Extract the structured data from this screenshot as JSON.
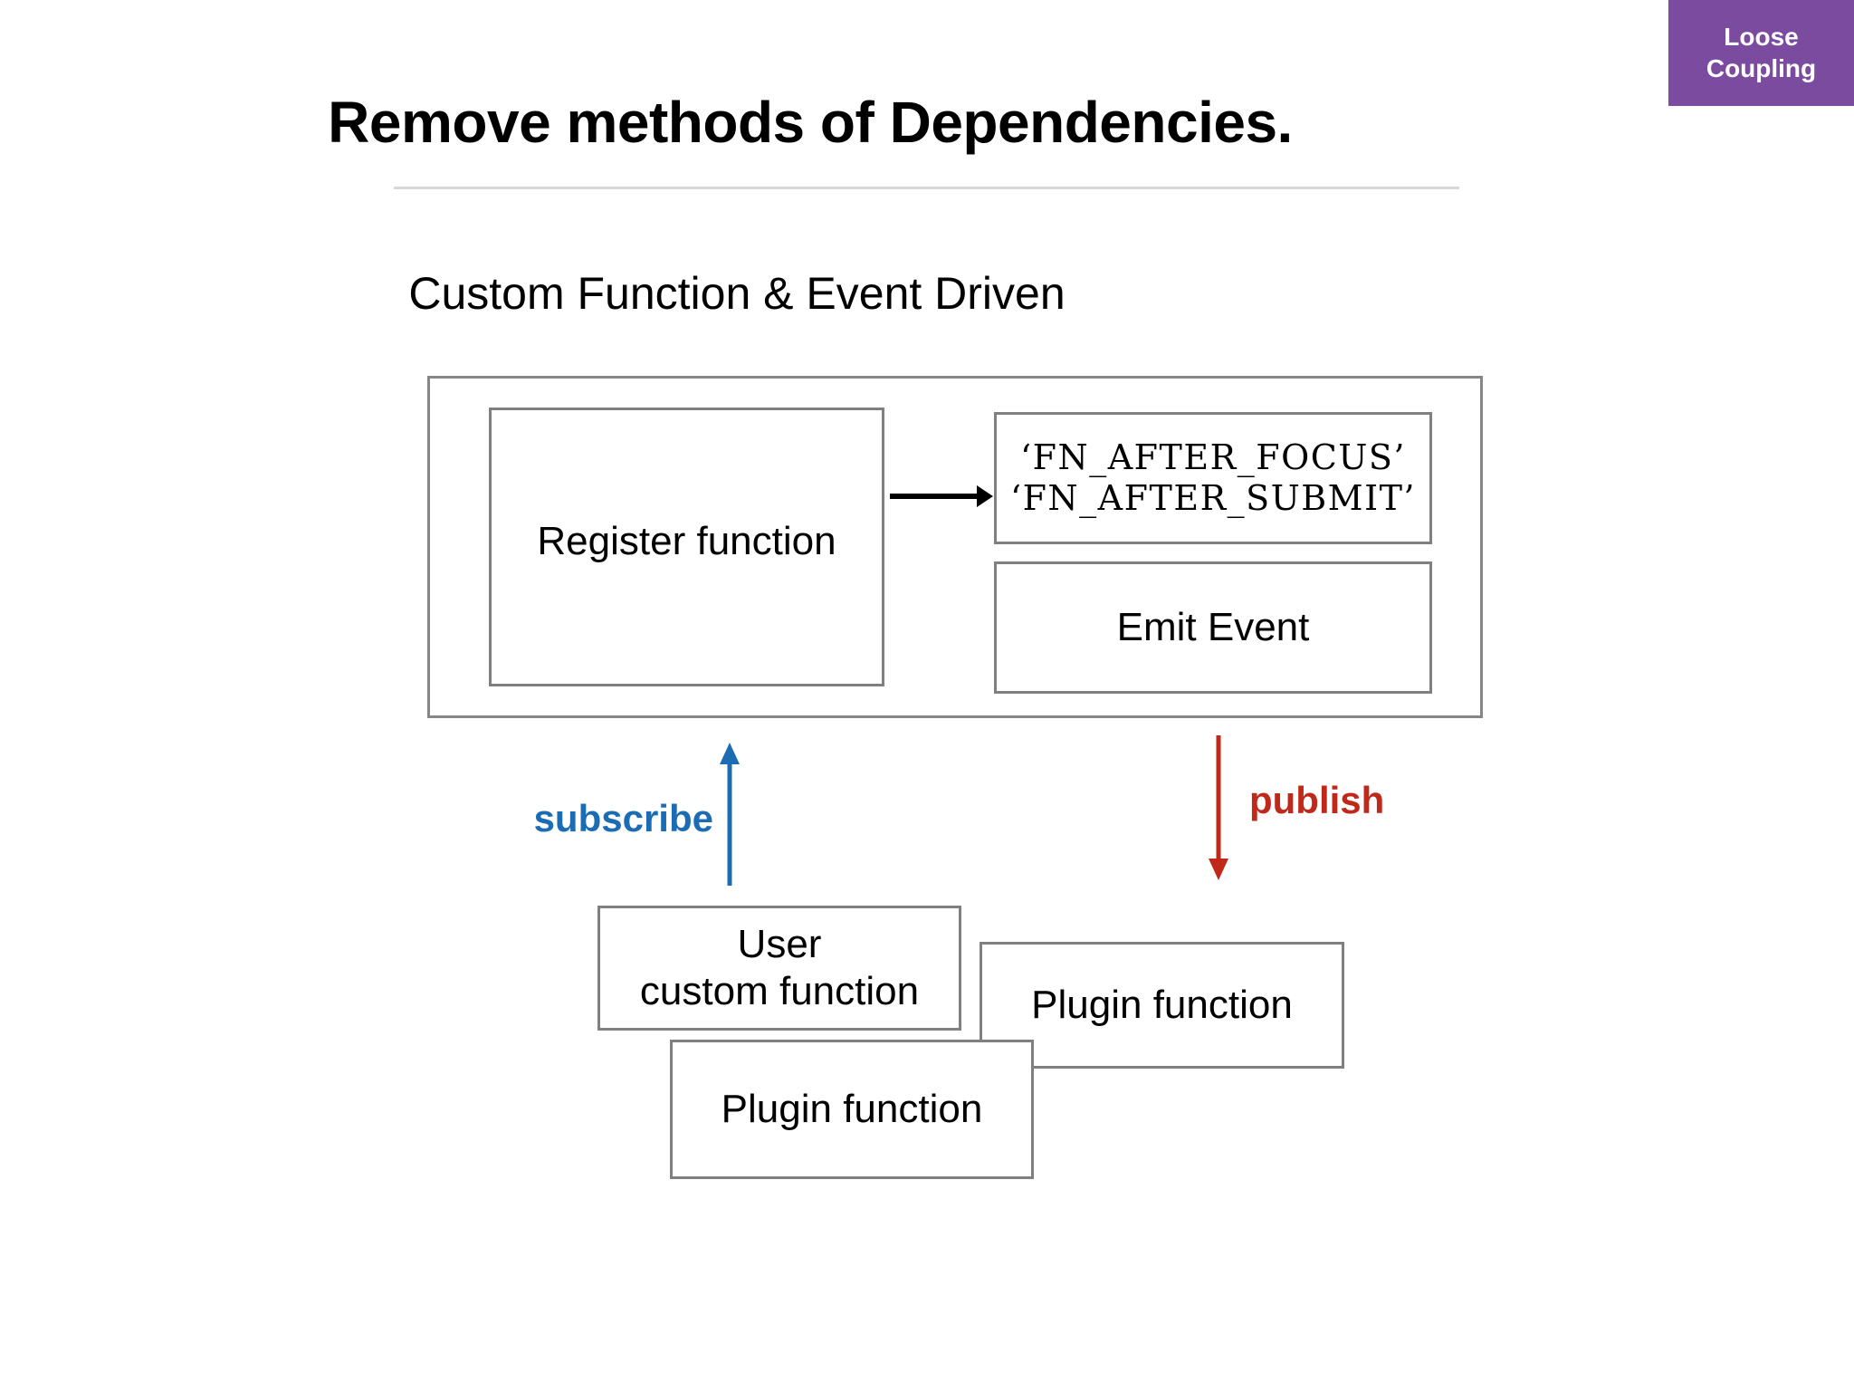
{
  "badge": {
    "line1": "Loose",
    "line2": "Coupling",
    "background_color": "#7A4B9E",
    "text_color": "#FFFFFF"
  },
  "slide": {
    "title": "Remove methods of Dependencies.",
    "subtitle": "Custom Function & Event Driven",
    "divider_color": "#D6D8DA",
    "background_color": "#FFFFFF"
  },
  "diagram": {
    "frame_border_color": "#868686",
    "register_box": {
      "label": "Register function"
    },
    "events_box": {
      "line1": "‘FN_AFTER_FOCUS’",
      "line2": "‘FN_AFTER_SUBMIT’"
    },
    "emit_box": {
      "label": "Emit Event"
    },
    "arrow_register_to_events": {
      "icon": "arrow-right-icon",
      "color": "#000000"
    },
    "subscribe": {
      "label": "subscribe",
      "color": "#1B6CB3",
      "icon": "arrow-up-icon"
    },
    "publish": {
      "label": "publish",
      "color": "#C0281A",
      "icon": "arrow-down-icon"
    },
    "user_box": {
      "line1": "User",
      "line2": "custom function"
    },
    "plugin_right_box": {
      "label": "Plugin function"
    },
    "plugin_bottom_box": {
      "label": "Plugin function"
    }
  }
}
